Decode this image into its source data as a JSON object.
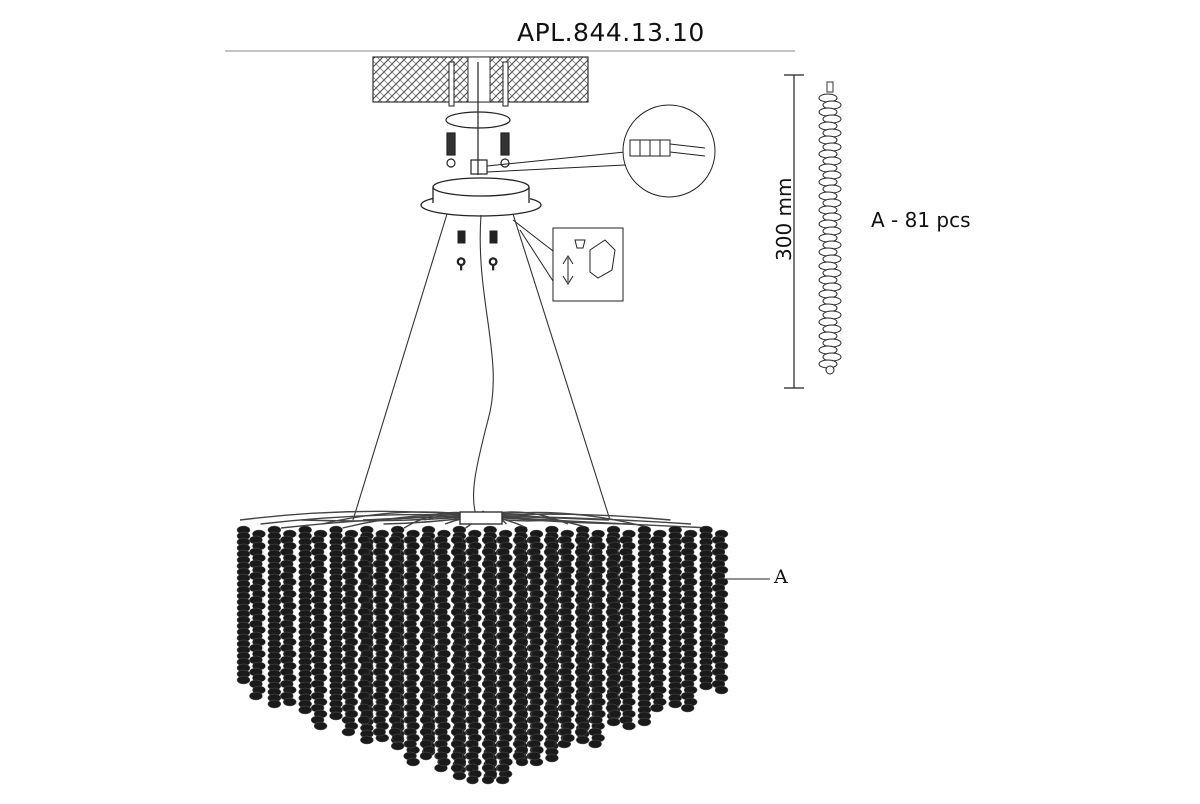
{
  "title": "APL.844.13.10",
  "dimension": "300 mm",
  "part_count": "A - 81 pcs",
  "callout": "A",
  "colors": {
    "ink": "#111111",
    "line": "#333333",
    "hatch": "#555555"
  },
  "icons": [
    "ceiling-mount-hatched-icon",
    "wire-connector-detail-icon",
    "hand-lift-detail-icon",
    "crystal-strand-icon"
  ]
}
